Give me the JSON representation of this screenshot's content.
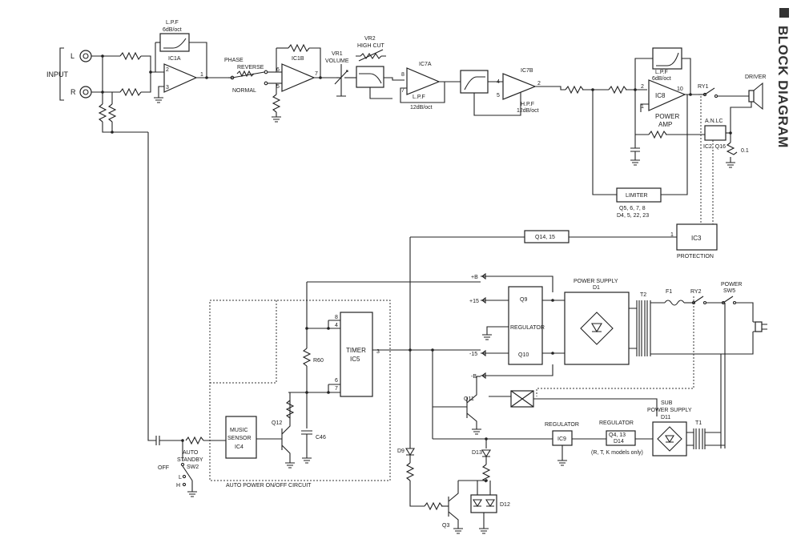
{
  "title": "BLOCK DIAGRAM",
  "labels": {
    "input": "INPUT",
    "l": "L",
    "r": "R",
    "lpf1": "L.P.F",
    "lpf1_rate": "6dB/oct",
    "ic1a": "IC1A",
    "phase": "PHASE",
    "reverse": "REVERSE",
    "normal": "NORMAL",
    "ic1b": "IC1B",
    "vr1": "VR1",
    "volume": "VOLUME",
    "vr2": "VR2",
    "highcut": "HIGH CUT",
    "ic7a": "IC7A",
    "lpf2": "L.P.F",
    "lpf2_rate": "12dB/oct",
    "ic7b": "IC7B",
    "hpf": "H.P.F",
    "hpf_rate": "12dB/oct",
    "lpf3": "L.P.F",
    "lpf3_rate": "6dB/oct",
    "ic8": "IC8",
    "power": "POWER",
    "amp": "AMP",
    "ry1": "RY1",
    "driver": "DRIVER",
    "anlc": "A.N.LC",
    "ic2q16": "IC2, Q16",
    "r01": "0.1",
    "limiter": "LIMITER",
    "limiter_q": "Q5, 6, 7, 8",
    "limiter_d": "D4, 5, 22, 23",
    "q1415": "Q14, 15",
    "ic3": "IC3",
    "protection": "PROTECTION",
    "plusB": "+B",
    "plus15": "+15",
    "minus15": "-15",
    "minusB": "-B",
    "q9": "Q9",
    "regulator": "REGULATOR",
    "q10": "Q10",
    "powersupply": "POWER SUPPLY",
    "d1": "D1",
    "t2": "T2",
    "f1": "F1",
    "ry2": "RY2",
    "powersw_a": "POWER",
    "powersw_b": "SW5",
    "timer": "TIMER",
    "ic5": "IC5",
    "r60": "R60",
    "q11": "Q11",
    "music1": "MUSIC",
    "music2": "SENSOR",
    "ic4": "IC4",
    "q12": "Q12",
    "c46": "C46",
    "auto1": "AUTO",
    "auto2": "STANDBY",
    "sw2": "SW2",
    "off": "OFF",
    "lsw": "L",
    "hsw": "H",
    "apoc": "AUTO POWER ON/OFF CIRCUIT",
    "regulator2": "REGULATOR",
    "ic9": "IC9",
    "regulator3": "REGULATOR",
    "q413": "Q4, 13",
    "d14": "D14",
    "models": "(R, T, K models only)",
    "subps1": "SUB",
    "subps2": "POWER SUPPLY",
    "d11": "D11",
    "t1": "T1",
    "d9": "D9",
    "d13": "D13",
    "d12": "D12",
    "q3": "Q3",
    "pin1": "1",
    "pin2": "2",
    "pin3": "3",
    "pin4": "4",
    "pin5": "5",
    "pin6": "6",
    "pin7": "7",
    "pin8": "8",
    "pin10": "10"
  }
}
